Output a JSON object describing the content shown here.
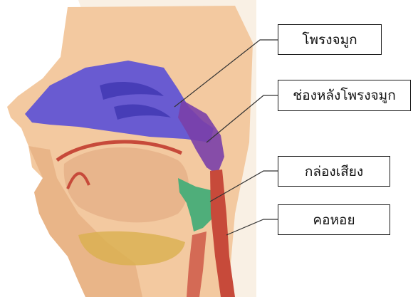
{
  "labels": {
    "nasal_cavity": "โพรงจมูก",
    "nasopharynx": "ช่องหลังโพรงจมูก",
    "larynx": "กล่องเสียง",
    "pharynx": "คอหอย"
  },
  "colors": {
    "skin": "#f3c9a0",
    "skin_shadow": "#e2a878",
    "nasal_cavity": "#5a4fd6",
    "nasopharynx": "#7a3fa8",
    "larynx": "#4fae7a",
    "pharynx_tube": "#c74a3a",
    "mouth_tissue": "#d9b04f",
    "tongue": "#e8b58c",
    "leader_line": "#333333"
  }
}
